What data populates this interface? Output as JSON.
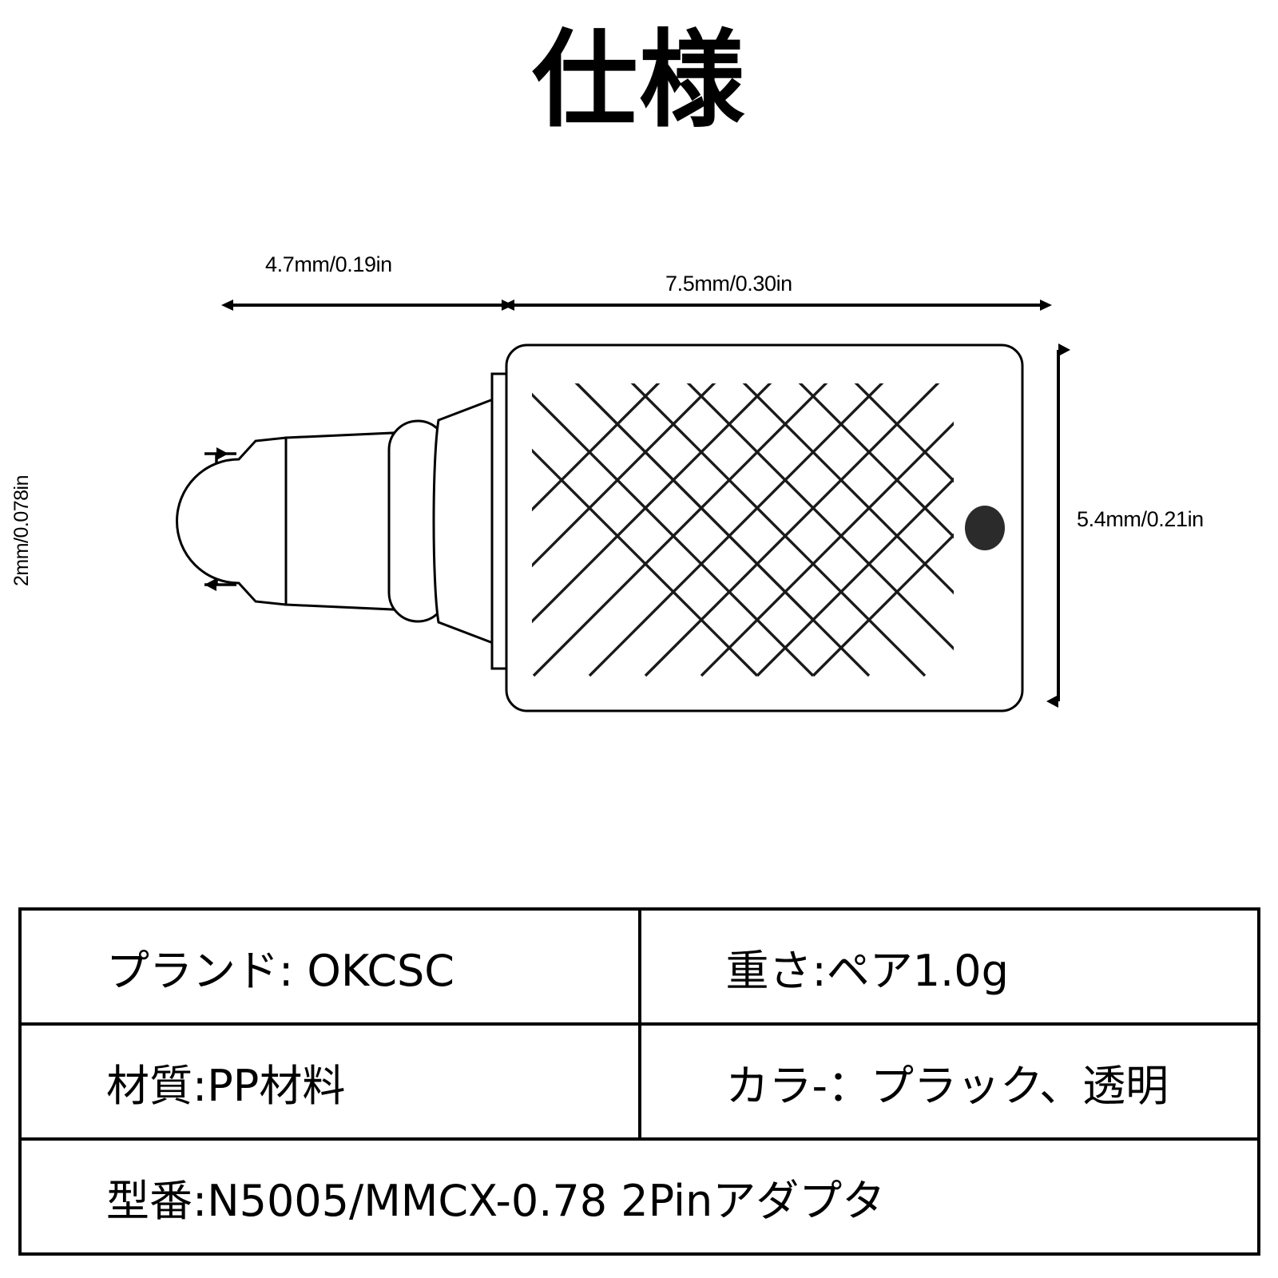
{
  "page": {
    "title": "仕様",
    "background_color": "#ffffff",
    "ink_color": "#000000"
  },
  "diagram": {
    "name": "earphone-connector-adapter-dimension-drawing",
    "port_color": "#2b2b2b",
    "dimensions": {
      "connector_length": "4.7mm/0.19in",
      "body_length": "7.5mm/0.30in",
      "body_height": "5.4mm/0.21in",
      "pin_diameter": "2mm/0.078in"
    },
    "parts": [
      {
        "name": "pin-tip-taper"
      },
      {
        "name": "pin-barrel"
      },
      {
        "name": "rounded-collar"
      },
      {
        "name": "flange"
      },
      {
        "name": "main-body-knurled"
      },
      {
        "name": "socket-port"
      }
    ]
  },
  "spec_table": {
    "rows": [
      {
        "left": "プランド: OKCSC",
        "right": "重さ:ペア1.0g"
      },
      {
        "left": "材質:PP材料",
        "right": "カラ-：プラック、透明"
      },
      {
        "full": "型番:N5005/MMCX-0.78 2Pinアダプタ"
      }
    ]
  }
}
